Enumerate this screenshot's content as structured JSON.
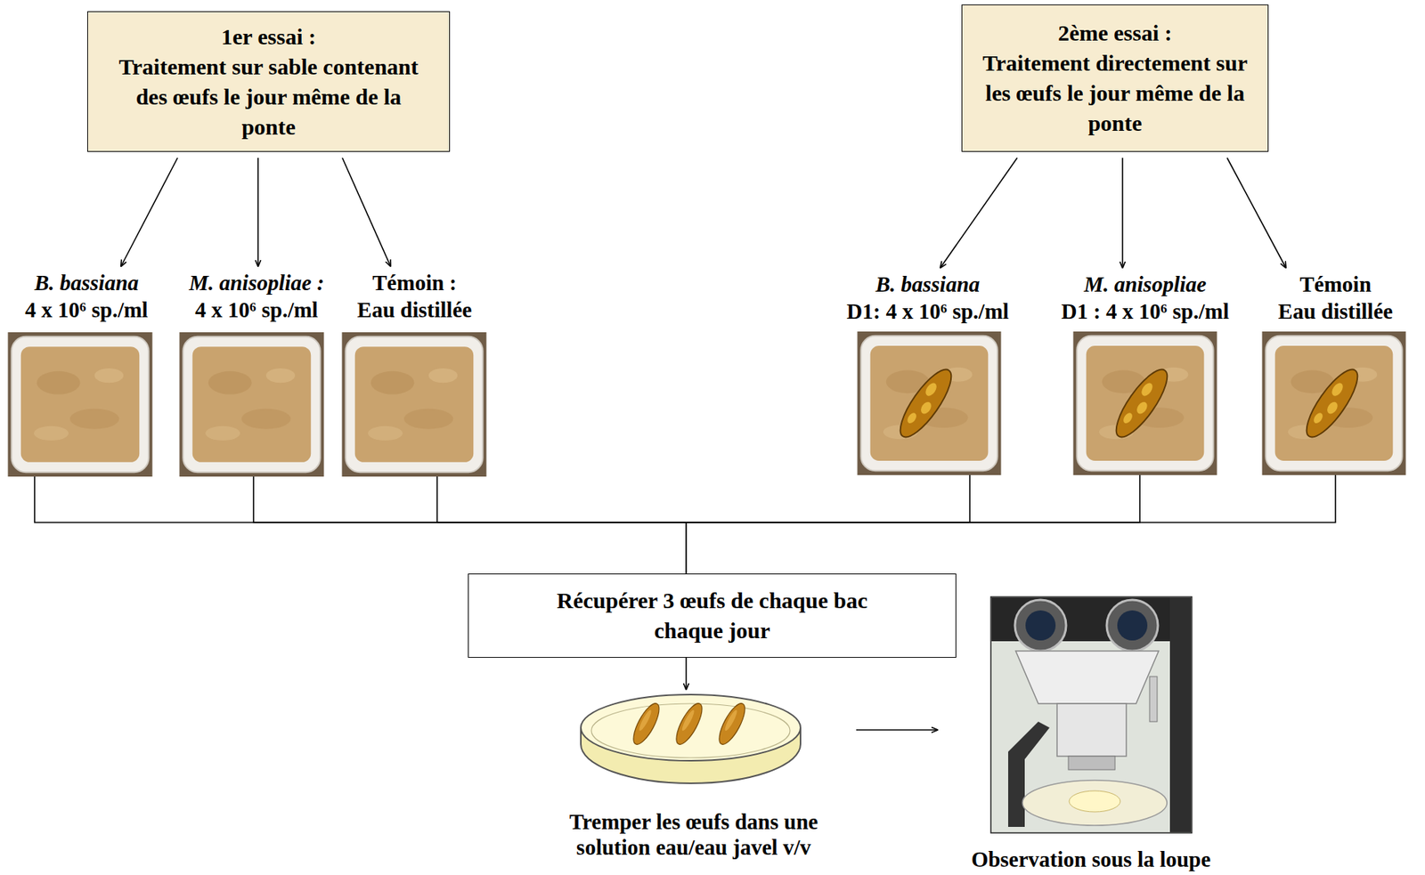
{
  "diagram": {
    "nodes": [
      {
        "text": [
          "1er essai :",
          "Traitement sur sable contenant des œufs le jour même de la ponte"
        ]
      },
      {
        "text": [
          "2ème essai :",
          "Traitement directement sur les œufs le jour même de la ponte"
        ]
      },
      {
        "text": [
          "B. bassiana",
          "4 x 10⁶ sp./ml"
        ]
      },
      {
        "text": [
          "M. anisopliae :",
          "4 x 10⁶ sp./ml"
        ]
      },
      {
        "text": [
          "Témoin :",
          "Eau distillée"
        ]
      },
      {
        "text": [
          "B. bassiana",
          "D1: 4 x 10⁶ sp./ml"
        ]
      },
      {
        "text": [
          "M. anisopliae",
          "D1 : 4 x 10⁶ sp./ml"
        ]
      },
      {
        "text": [
          "Témoin",
          "Eau distillée"
        ]
      },
      {
        "text": [
          "Récupérer 3 œufs de chaque bac chaque jour"
        ]
      },
      {
        "text": [
          "Tremper les œufs dans une solution eau/eau javel v/v"
        ]
      },
      {
        "text": [
          "Observation sous la loupe"
        ]
      }
    ],
    "edges": [
      {
        "from": 0,
        "to": 2,
        "arrow": "to"
      },
      {
        "from": 0,
        "to": 3,
        "arrow": "to"
      },
      {
        "from": 0,
        "to": 4,
        "arrow": "to"
      },
      {
        "from": 1,
        "to": 5,
        "arrow": "to"
      },
      {
        "from": 1,
        "to": 6,
        "arrow": "to"
      },
      {
        "from": 1,
        "to": 7,
        "arrow": "to"
      },
      {
        "from": 2,
        "to": 8,
        "arrow": "none"
      },
      {
        "from": 3,
        "to": 8,
        "arrow": "none"
      },
      {
        "from": 4,
        "to": 8,
        "arrow": "none"
      },
      {
        "from": 5,
        "to": 8,
        "arrow": "none"
      },
      {
        "from": 6,
        "to": 8,
        "arrow": "none"
      },
      {
        "from": 7,
        "to": 8,
        "arrow": "none"
      },
      {
        "from": 8,
        "to": 9,
        "arrow": "to"
      },
      {
        "from": 9,
        "to": 10,
        "arrow": "to"
      }
    ]
  }
}
